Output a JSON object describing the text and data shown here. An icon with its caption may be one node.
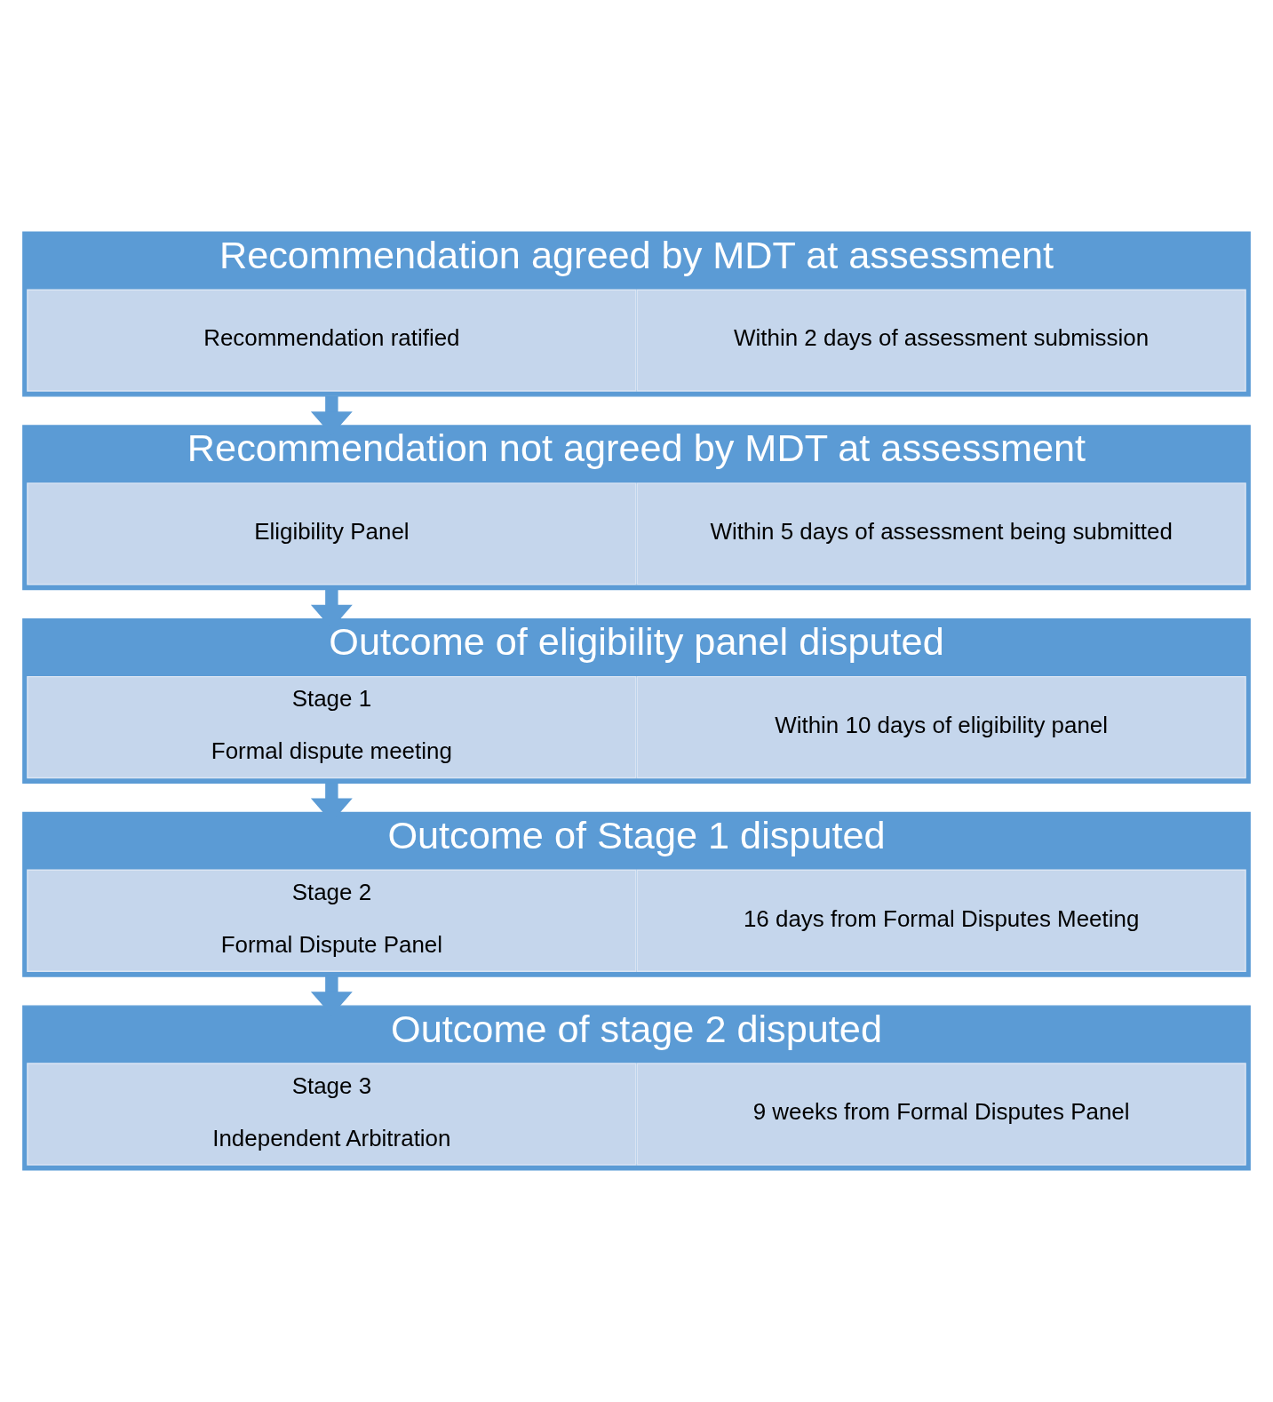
{
  "diagram": {
    "nodes": [
      {
        "text": [
          "Recommendation agreed by MDT at assessment"
        ]
      },
      {
        "text": [
          "Recommendation ratified"
        ],
        "in": 0
      },
      {
        "text": [
          "Within 2 days of assessment submission"
        ],
        "in": 0
      },
      {
        "text": [
          "Recommendation not agreed by MDT at assessment"
        ]
      },
      {
        "text": [
          "Eligibility Panel"
        ],
        "in": 3
      },
      {
        "text": [
          "Within 5 days of assessment being submitted"
        ],
        "in": 3
      },
      {
        "text": [
          "Outcome of eligibility panel disputed"
        ]
      },
      {
        "text": [
          "Stage 1",
          "Formal dispute meeting"
        ],
        "in": 6
      },
      {
        "text": [
          "Within 10 days of eligibility panel"
        ],
        "in": 6
      },
      {
        "text": [
          "Outcome of Stage 1 disputed"
        ]
      },
      {
        "text": [
          "Stage 2",
          "Formal Dispute Panel"
        ],
        "in": 9
      },
      {
        "text": [
          "16 days from Formal Disputes Meeting"
        ],
        "in": 9
      },
      {
        "text": [
          "Outcome of stage 2 disputed"
        ]
      },
      {
        "text": [
          "Stage 3",
          "Independent Arbitration"
        ],
        "in": 12
      },
      {
        "text": [
          "9 weeks from Formal Disputes Panel"
        ],
        "in": 12
      }
    ],
    "edges": [
      {
        "from": 0,
        "to": 3,
        "arrow": "to"
      },
      {
        "from": 3,
        "to": 6,
        "arrow": "to"
      },
      {
        "from": 6,
        "to": 9,
        "arrow": "to"
      },
      {
        "from": 9,
        "to": 12,
        "arrow": "to"
      }
    ]
  }
}
